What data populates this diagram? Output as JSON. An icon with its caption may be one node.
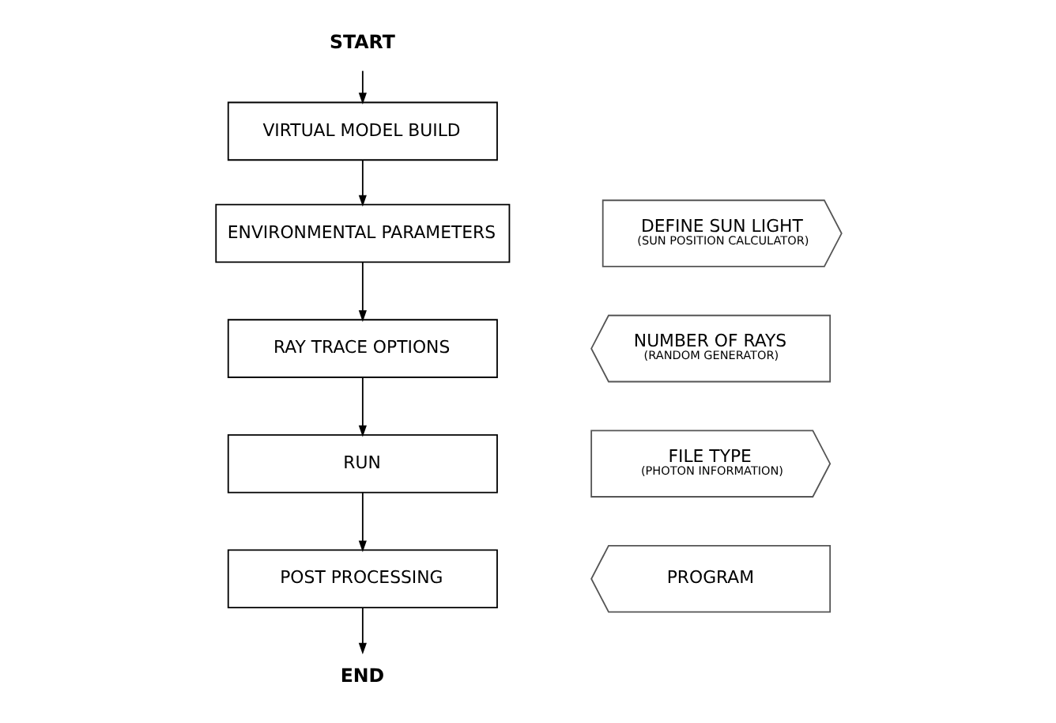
{
  "diagram": {
    "nodes": [
      {
        "text": [
          "START"
        ]
      },
      {
        "text": [
          "VIRTUAL MODEL BUILD"
        ]
      },
      {
        "text": [
          "DEFINE SUN LIGHT",
          "(SUN POSITION CALCULATOR)"
        ]
      },
      {
        "text": [
          "ENVIRONMENTAL PARAMETERS"
        ]
      },
      {
        "text": [
          "RAY TRACE OPTIONS"
        ]
      },
      {
        "text": [
          "NUMBER OF RAYS",
          "(RANDOM GENERATOR)"
        ]
      },
      {
        "text": [
          "FILE TYPE",
          "(PHOTON INFORMATION)"
        ]
      },
      {
        "text": [
          "RUN"
        ]
      },
      {
        "text": [
          "POST PROCESSING"
        ]
      },
      {
        "text": [
          "PROGRAM"
        ]
      },
      {
        "text": [
          "END"
        ]
      }
    ],
    "edges": [
      {
        "from": 0,
        "to": 1,
        "arrow": "to"
      },
      {
        "from": 1,
        "to": 3,
        "arrow": "to"
      },
      {
        "from": 3,
        "to": 4,
        "arrow": "to"
      },
      {
        "from": 4,
        "to": 7,
        "arrow": "to"
      },
      {
        "from": 7,
        "to": 8,
        "arrow": "to"
      },
      {
        "from": 8,
        "to": 10,
        "arrow": "to"
      }
    ]
  }
}
